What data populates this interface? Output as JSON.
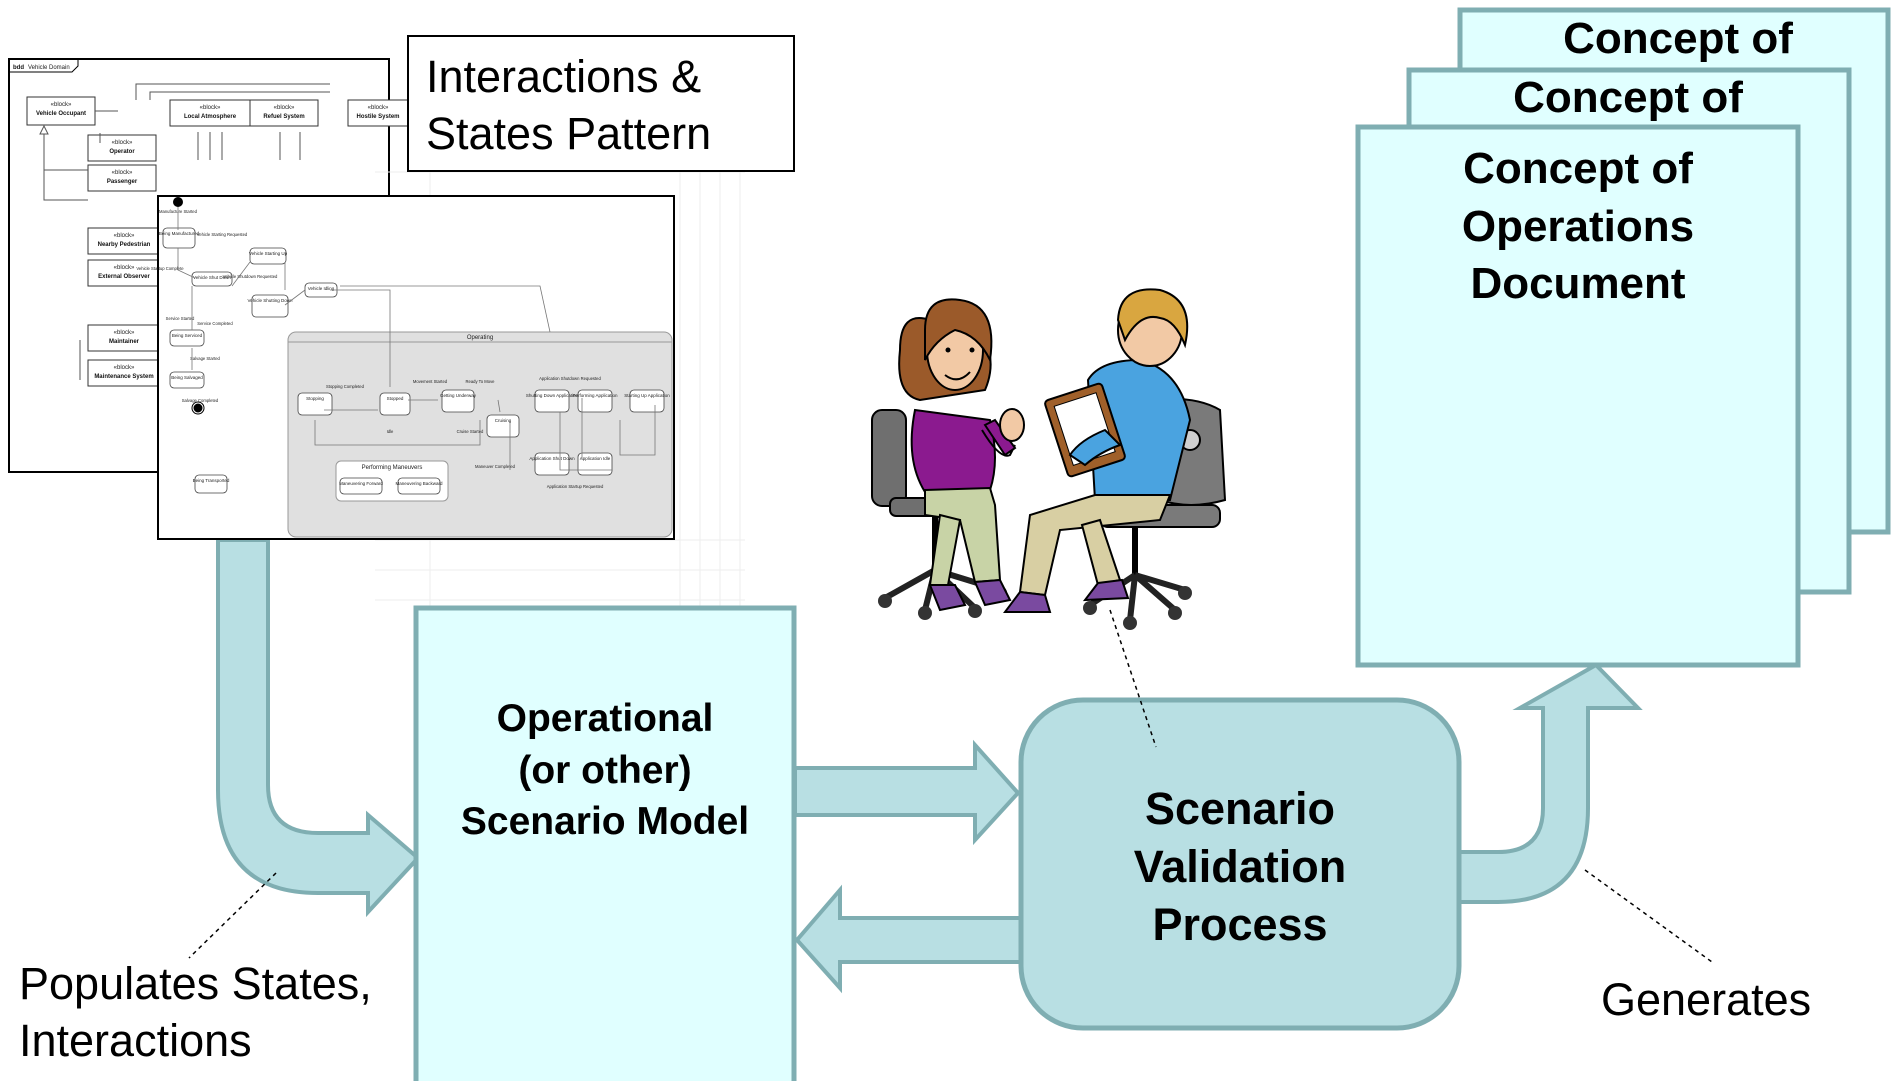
{
  "pattern_box": {
    "line1": "Interactions &",
    "line2": "States Pattern"
  },
  "bdd_diagram": {
    "frame_label": "bdd",
    "frame_name": "Vehicle Domain",
    "stereotype": "«block»",
    "blocks": [
      "Vehicle Occupant",
      "Local Atmosphere",
      "Refuel System",
      "Hostile System",
      "Operator",
      "Passenger",
      "Nearby Pedestrian",
      "External Observer",
      "Maintainer",
      "Maintenance System"
    ]
  },
  "stm_diagram": {
    "states": [
      "Being Manufactured",
      "Vehicle Shut Down",
      "Vehicle Starting Up",
      "Vehicle Shutting Down",
      "Vehicle Idling",
      "Being Serviced",
      "Being Salvaged",
      "Being Transported",
      "Stopping",
      "Stopped",
      "Getting Underway",
      "Cruising",
      "Shutting Down Application",
      "Performing Application",
      "Starting Up Application",
      "Application Shut Down",
      "Application Idle",
      "Maneuvering Forward",
      "Maneuvering Backward"
    ],
    "composite_states": [
      "Operating",
      "Performing Maneuvers"
    ],
    "transitions": [
      "Manufacture Started",
      "Vehicle Starting Requested",
      "Vehicle Startup Complete",
      "Vehicle Shutdown Requested",
      "Service Started",
      "Service Completed",
      "Salvage Started",
      "Salvage Completed",
      "Stopping Completed",
      "Movement Started",
      "Ready To Move",
      "Idle",
      "Cruise Started",
      "Maneuver Completed",
      "Application Shutdown Requested",
      "Application Startup Requested"
    ]
  },
  "docs": {
    "back_title": "Concept of",
    "middle_title": "Concept of",
    "front_line1": "Concept of",
    "front_line2": "Operations",
    "front_line3": "Document"
  },
  "scenario_model": {
    "line1": "Operational",
    "line2": "(or other)",
    "line3": "Scenario Model"
  },
  "validation": {
    "line1": "Scenario",
    "line2": "Validation",
    "line3": "Process"
  },
  "labels": {
    "populates_line1": "Populates States,",
    "populates_line2": "Interactions",
    "generates": "Generates"
  },
  "colors": {
    "box_fill": "#e0ffff",
    "box_border": "#7faeb2",
    "arrow_fill": "#b8dfe3",
    "process_fill": "#b8dfe3",
    "woman_shirt": "#8b1a8f",
    "man_shirt": "#4aa3e0",
    "hair_woman": "#9b5a2a",
    "hair_man": "#d9a640"
  }
}
